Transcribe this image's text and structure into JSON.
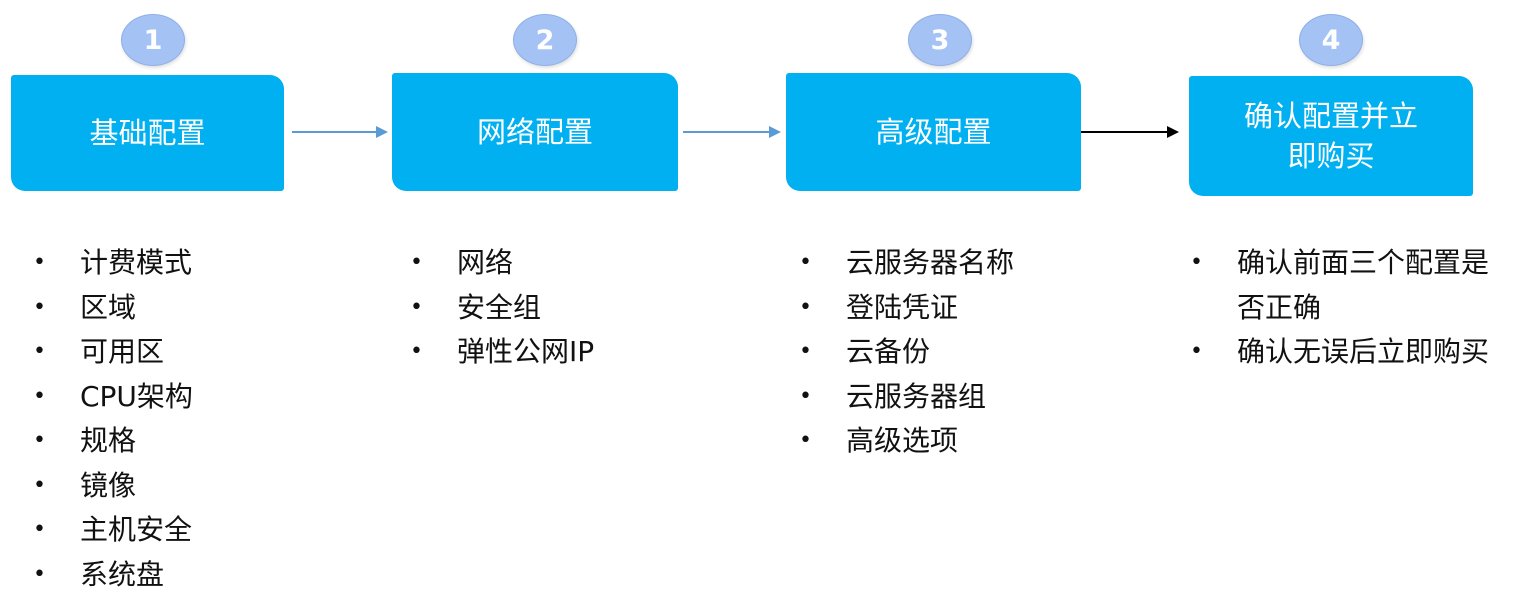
{
  "steps": [
    {
      "number": "1",
      "title": "基础配置",
      "items": [
        "计费模式",
        "区域",
        "可用区",
        "CPU架构",
        "规格",
        "镜像",
        "主机安全",
        "系统盘"
      ]
    },
    {
      "number": "2",
      "title": "网络配置",
      "items": [
        "网络",
        "安全组",
        "弹性公网IP"
      ]
    },
    {
      "number": "3",
      "title": "高级配置",
      "items": [
        "云服务器名称",
        "登陆凭证",
        "云备份",
        "云服务器组",
        "高级选项"
      ]
    },
    {
      "number": "4",
      "title": "确认配置并立即购买",
      "items": [
        "确认前面三个配置是否正确",
        "确认无误后立即购买"
      ]
    }
  ],
  "bullet_glyph": "•",
  "colors": {
    "box_fill": "#00b0f0",
    "badge_fill": "#a4c2f4",
    "arrow_blue": "#5b9bd5",
    "arrow_black": "#000000"
  }
}
